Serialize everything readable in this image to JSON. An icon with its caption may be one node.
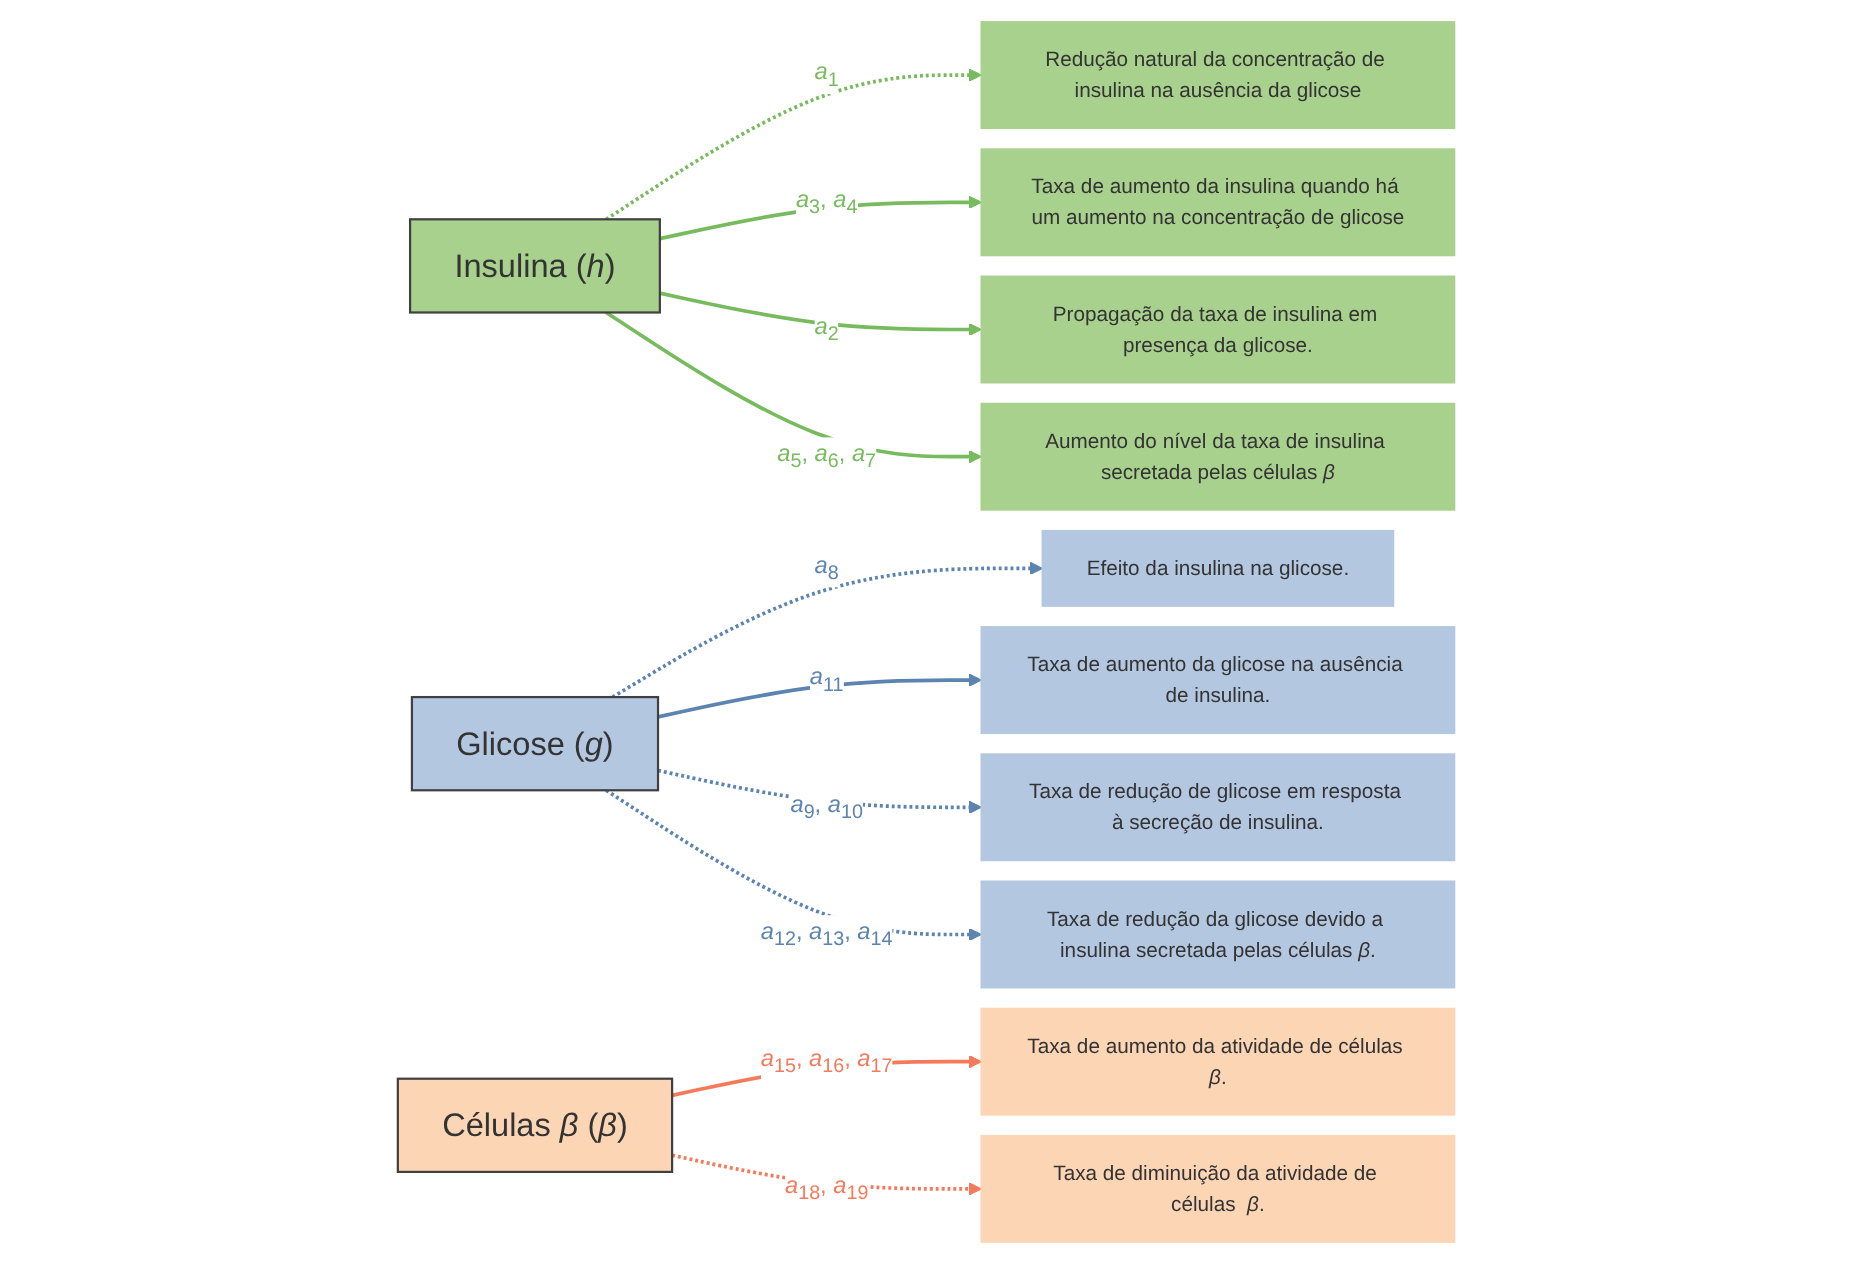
{
  "diagram": {
    "nodes": [
      {
        "text": [
          "Insulina (*h*)"
        ]
      },
      {
        "text": [
          "Taxa de aumento da insulina quando há um aumento na concentração de glicose"
        ]
      },
      {
        "text": [
          "Redução natural da concentração de insulina na ausência da glicose"
        ]
      },
      {
        "text": [
          "Propagação da taxa de insulina em presença da glicose."
        ]
      },
      {
        "text": [
          "Aumento do nível da taxa de insulina secretada pelas células *β*"
        ]
      },
      {
        "text": [
          "Glicose (*g*)"
        ]
      },
      {
        "text": [
          "Taxa de aumento da glicose na ausência de insulina."
        ]
      },
      {
        "text": [
          "Efeito da insulina na glicose."
        ]
      },
      {
        "text": [
          "Taxa de redução de glicose em resposta à secreção de insulina."
        ]
      },
      {
        "text": [
          "Taxa de redução da glicose devido a insulina secretada pelas células *β*."
        ]
      },
      {
        "text": [
          "Células  *β* (*β*)"
        ]
      },
      {
        "text": [
          "Taxa de aumento da atividade de células *β*."
        ]
      },
      {
        "text": [
          "Taxa de diminuição da atividade de células  *β*."
        ]
      }
    ],
    "edges": [
      {
        "from": 0,
        "to": 2,
        "arrow": "to",
        "label": "*a*$_{1}$",
        "style": "dashed",
        "color": "#77bb5e"
      },
      {
        "from": 0,
        "to": 1,
        "arrow": "to",
        "label": "*a*$_{3}$, *a*$_{4}$",
        "color": "#77bb5e"
      },
      {
        "from": 0,
        "to": 3,
        "arrow": "to",
        "label": "*a*$_{2}$",
        "color": "#77bb5e"
      },
      {
        "from": 0,
        "to": 4,
        "arrow": "to",
        "label": "*a*$_{5}$, *a*$_{6}$, *a*$_{7}$",
        "color": "#77bb5e"
      },
      {
        "from": 5,
        "to": 7,
        "arrow": "to",
        "label": "*a*$_{8}$",
        "style": "dashed",
        "color": "#5b84b1"
      },
      {
        "from": 5,
        "to": 6,
        "arrow": "to",
        "label": "*a*$_{11}$",
        "color": "#5b84b1"
      },
      {
        "from": 5,
        "to": 8,
        "arrow": "to",
        "label": "*a*$_{9}$, *a*$_{10}$",
        "style": "dashed",
        "color": "#5b84b1"
      },
      {
        "from": 5,
        "to": 9,
        "arrow": "to",
        "label": "*a*$_{12}$, *a*$_{13}$, *a*$_{14}$",
        "style": "dashed",
        "color": "#5b84b1"
      },
      {
        "from": 10,
        "to": 11,
        "arrow": "to",
        "label": "*a*$_{15}$, *a*$_{16}$, *a*$_{17}$",
        "color": "#f47a5c"
      },
      {
        "from": 10,
        "to": 12,
        "arrow": "to",
        "label": "*a*$_{18}$, *a*$_{19}$",
        "style": "dashed",
        "color": "#f47a5c"
      }
    ]
  }
}
